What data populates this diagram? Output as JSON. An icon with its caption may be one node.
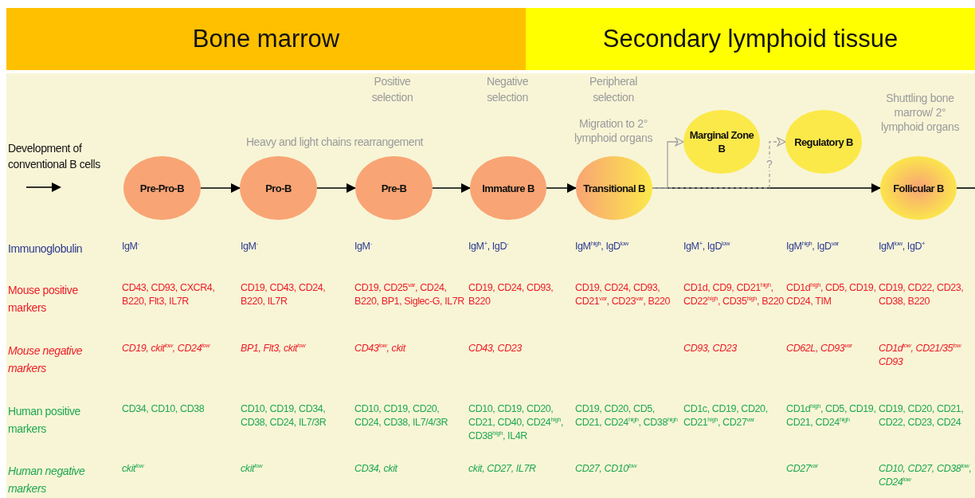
{
  "diagram": {
    "nodes": [
      {
        "text": [
          "Bone marrow"
        ]
      },
      {
        "text": [
          "Secondary lymphoid tissue"
        ]
      },
      {
        "text": [
          "Pre-Pro-B"
        ]
      },
      {
        "text": [
          "Pro-B"
        ]
      },
      {
        "text": [
          "Pre-B"
        ]
      },
      {
        "text": [
          "Immature B"
        ]
      },
      {
        "text": [
          "Transitional B"
        ],
        "beside": [
          "Migration to 2° lymphoid organs"
        ]
      },
      {
        "text": [
          "Marginal Zone B"
        ]
      },
      {
        "text": [
          "Regulatory B"
        ]
      },
      {
        "text": [
          "Follicular B"
        ],
        "beside": [
          "Shuttling bone marrow/ 2° lymphoid organs"
        ]
      }
    ],
    "edges": [
      {
        "from": 2,
        "to": 3,
        "arrow": "to"
      },
      {
        "from": 3,
        "to": 4,
        "arrow": "to"
      },
      {
        "from": 4,
        "to": 5,
        "arrow": "to"
      },
      {
        "from": 5,
        "to": 6,
        "arrow": "to"
      },
      {
        "from": 6,
        "to": 9,
        "arrow": "to"
      },
      {
        "from": 6,
        "to": 7,
        "arrow": "to",
        "color": "#a0a0a0"
      },
      {
        "from": 6,
        "to": 8,
        "arrow": "to",
        "style": "dashed",
        "color": "#a0a0a0",
        "label": "?"
      },
      {
        "from": 9,
        "to": null,
        "arrow": "none"
      }
    ],
    "labels": [
      "Positive selection",
      "Negative selection",
      "Peripheral selection",
      "Development of conventional B cells",
      "Heavy and light chains rearrangement",
      "Immunoglobulin",
      "IgM$^{-}$",
      "IgM$^{-}$",
      "IgM$^{-}$",
      "IgM$^{+}$, IgD$^{-}$",
      "IgM$^{high}$, IgD$^{low}$",
      "IgM$^{+}$, IgD$^{low}$",
      "IgM$^{high}$, IgD$^{var}$",
      "IgM$^{low}$, IgD$^{+}$",
      "Mouse positive markers",
      "CD43, CD93, CXCR4, B220, Flt3, IL7R",
      "CD19, CD43, CD24, B220, IL7R",
      "CD19, CD25$^{var}$, CD24, B220, BP1, Siglec-G, IL7R",
      "CD19, CD24, CD93, B220",
      "CD19, CD24, CD93, CD21$^{var}$, CD23$^{var}$, B220",
      "CD1d, CD9, CD21$^{high}$, CD22$^{high}$, CD35$^{high}$, B220",
      "CD1d$^{high}$, CD5, CD19, CD24, TIM",
      "CD19, CD22, CD23, CD38, B220",
      "Mouse negative markers",
      "CD19, ckit$^{low}$, CD24$^{low}$",
      "BP1, Flt3, ckit$^{low}$",
      "CD43$^{low}$, ckit",
      "CD43, CD23",
      "CD93, CD23",
      "CD62L, CD93$^{var}$",
      "CD1d$^{low}$, CD21/35$^{low}$ CD93",
      "Human positive markers",
      "CD34, CD10, CD38",
      "CD10, CD19, CD34, CD38, CD24, IL7/3R",
      "CD10, CD19, CD20, CD24, CD38, IL7/4/3R",
      "CD10, CD19, CD20, CD21, CD40, CD24$^{high}$, CD38$^{high}$, IL4R",
      "CD19, CD20, CD5, CD21, CD24$^{high}$, CD38$^{high}$",
      "CD1c, CD19, CD20, CD21$^{high}$, CD27$^{var}$",
      "CD1d$^{high}$, CD5, CD19, CD21, CD24$^{high}$",
      "CD19, CD20, CD21, CD22, CD23, CD24",
      "Human negative markers",
      "ckit$^{low}$",
      "ckit$^{low}$",
      "CD34, ckit",
      "ckit, CD27, IL7R",
      "CD27, CD10$^{low}$",
      "CD27$^{var}$",
      "CD10, CD27, CD38$^{low}$, CD24$^{low}$"
    ]
  }
}
